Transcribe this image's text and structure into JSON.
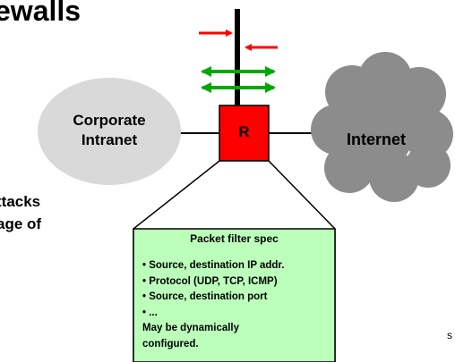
{
  "slide": {
    "title_partial": "ewalls",
    "left_text_line1": "ttacks",
    "left_text_line2": "age of",
    "edge_fragment": "s"
  },
  "nodes": {
    "intranet": {
      "line1": "Corporate",
      "line2": "Intranet"
    },
    "router": {
      "label": "R"
    },
    "internet": {
      "label": "Internet"
    }
  },
  "spec_box": {
    "title": "Packet filter spec",
    "items": [
      "• Source, destination IP addr.",
      "• Protocol (UDP, TCP, ICMP)",
      "• Source, destination port",
      "• ...",
      "May be dynamically",
      "configured."
    ]
  },
  "colors": {
    "cloud_intranet": "#d9d9d9",
    "cloud_internet": "#8c8c8c",
    "router": "#ff0000",
    "spec_box": "#bbffbb",
    "arrow_red": "#ff0000",
    "arrow_green": "#00aa00"
  }
}
